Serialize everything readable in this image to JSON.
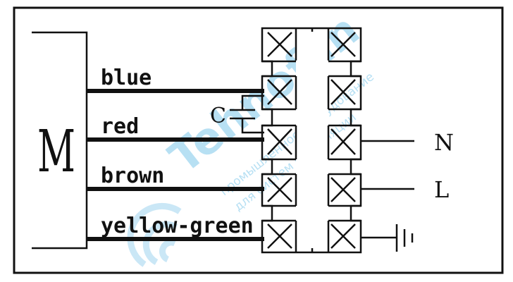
{
  "motor": {
    "label": "M"
  },
  "wires": [
    {
      "label": "blue"
    },
    {
      "label": "red"
    },
    {
      "label": "brown"
    },
    {
      "label": "yellow-green"
    }
  ],
  "capacitor": {
    "label": "C"
  },
  "terminals": {
    "neutral": "N",
    "line": "L"
  },
  "ground": {
    "icon": "ground-icon"
  },
  "watermark": {
    "brand": "Tehnofan",
    "tagline_1": "промышленное оборудование",
    "tagline_2": "для систем вентиляции",
    "color": "#6fc0e6"
  },
  "colors": {
    "line": "#111111",
    "background": "#ffffff"
  }
}
